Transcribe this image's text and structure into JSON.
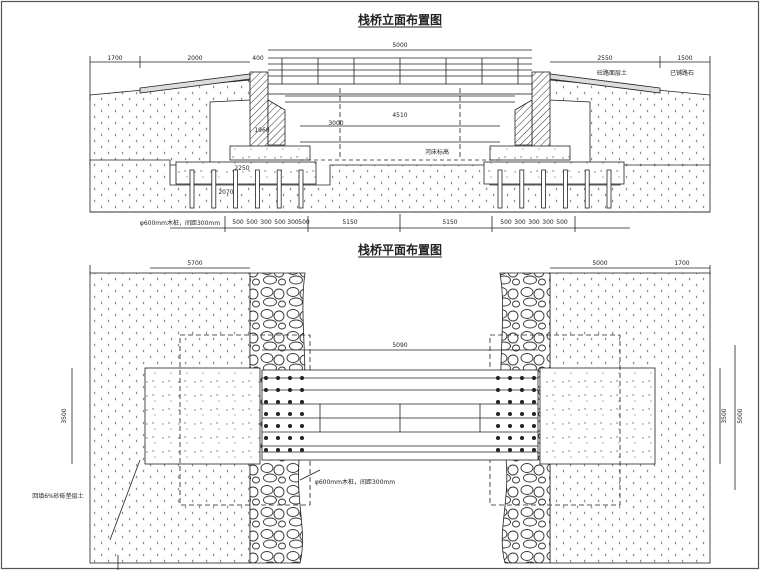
{
  "elevation": {
    "title": "栈桥立面布置图",
    "dims_top": [
      "1700",
      "2000",
      "400",
      "5000",
      "2550",
      "1500"
    ],
    "label_right_1": "砼路面层土",
    "label_right_2": "已铺路石",
    "dims_mid": [
      "4510",
      "1960",
      "3000",
      "2250",
      "2070"
    ],
    "pile_label": "φ600mm木桩，间距300mm",
    "pile_dims_left": [
      "500",
      "500",
      "300",
      "500",
      "300",
      "500"
    ],
    "pile_dims_right": [
      "500",
      "300",
      "300",
      "300",
      "500"
    ],
    "dims_bottom": [
      "5150",
      "5150"
    ],
    "river_label": "河床标高"
  },
  "plan": {
    "title": "栈桥平面布置图",
    "dims_top": [
      "5700",
      "5000",
      "1700"
    ],
    "bridge_dim": "5090",
    "width_dims": [
      "3500",
      "3500",
      "5000"
    ],
    "label_left": "回填6%砂砾垫层土",
    "pile_label": "φ600mm木桩，间距300mm"
  },
  "colors": {
    "line": "#222222",
    "background": "#ffffff",
    "frame": "#555555"
  }
}
